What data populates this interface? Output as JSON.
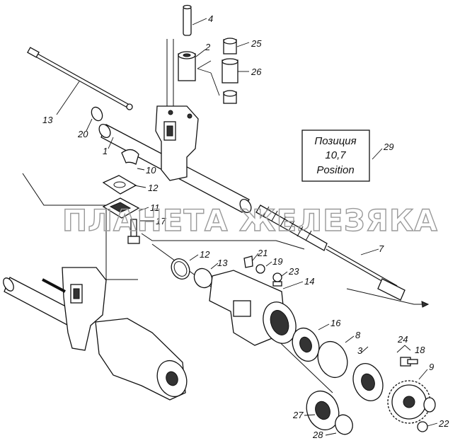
{
  "watermark": "ПЛАНЕТА ЖЕЛЕЗЯКА",
  "note_box": {
    "line1": "Позиция",
    "line2": "10,7",
    "line3": "Position",
    "callout": "29"
  },
  "callouts": {
    "p1": "1",
    "p2": "2",
    "p3": "3",
    "p4": "4",
    "p7": "7",
    "p8": "8",
    "p9": "9",
    "p10": "10",
    "p11": "11",
    "p12a": "12",
    "p12b": "12",
    "p13a": "13",
    "p13b": "13",
    "p14": "14",
    "p16": "16",
    "p17": "17",
    "p18": "18",
    "p19": "19",
    "p20": "20",
    "p21": "21",
    "p22": "22",
    "p23": "23",
    "p24": "24",
    "p25": "25",
    "p26": "26",
    "p27": "27",
    "p28": "28"
  }
}
